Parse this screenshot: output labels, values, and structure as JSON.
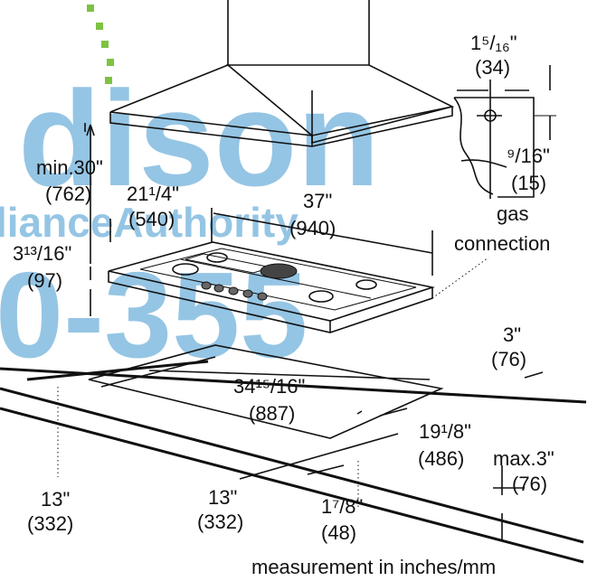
{
  "watermark": {
    "line1": "dison",
    "line2": "lianceAuthority",
    "line3": "0-355"
  },
  "labels": {
    "sup_15_16": "1⁵/₁₆\"",
    "mm_34": "(34)",
    "min30": "min.30\"",
    "mm_762": "(762)",
    "w21": "21¹/4\"",
    "mm_540": "(540)",
    "w37": "37\"",
    "mm_940": "(940)",
    "h3_13": "3¹³/16\"",
    "mm_97": "(97)",
    "gas_9_16": "⁹/16\"",
    "mm_15": "(15)",
    "gas": "gas",
    "connection": "connection",
    "three": "3\"",
    "mm_76a": "(76)",
    "cut34": "34¹⁵/16\"",
    "mm_887": "(887)",
    "cut19": "19¹/8\"",
    "mm_486": "(486)",
    "max3": "max.3\"",
    "mm_76b": "(76)",
    "left13": "13\"",
    "mm_332a": "(332)",
    "mid13": "13\"",
    "mm_332b": "(332)",
    "d1_7_8": "1⁷/8\"",
    "mm_48": "(48)",
    "footer": "measurement in inches/mm"
  }
}
